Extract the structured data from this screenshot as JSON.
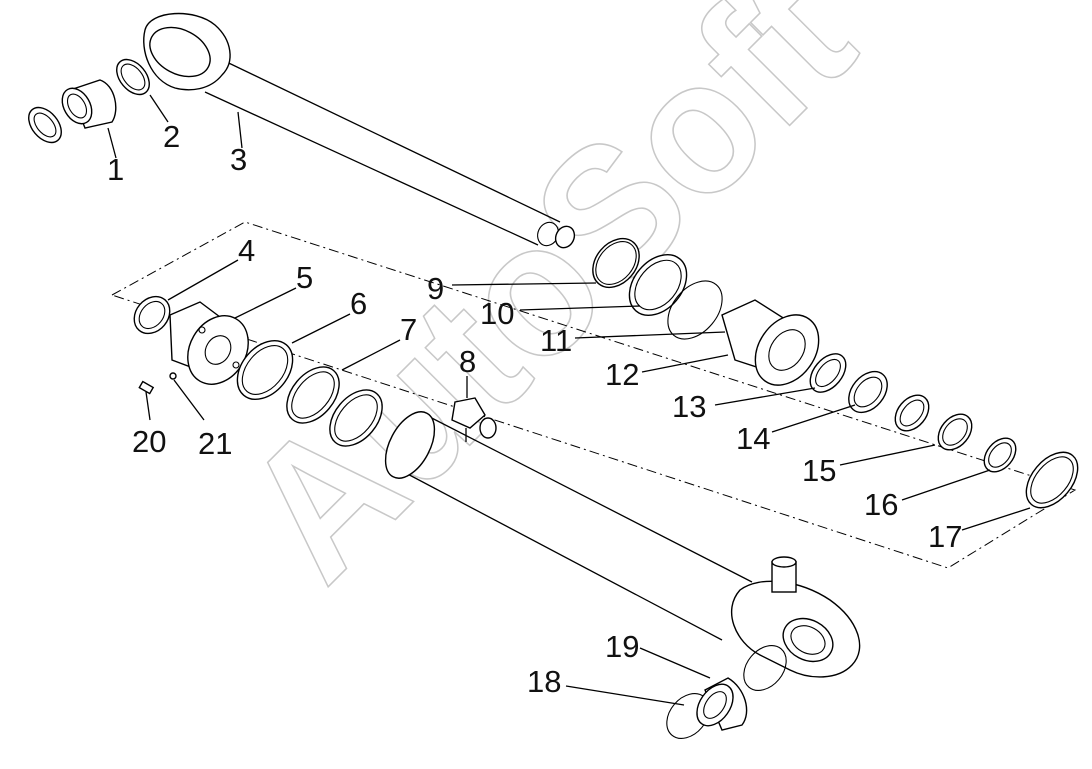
{
  "diagram": {
    "watermark": "AutoSoft",
    "callouts": [
      "1",
      "2",
      "3",
      "4",
      "5",
      "6",
      "7",
      "8",
      "9",
      "10",
      "11",
      "12",
      "13",
      "14",
      "15",
      "16",
      "17",
      "18",
      "19",
      "20",
      "21"
    ]
  }
}
